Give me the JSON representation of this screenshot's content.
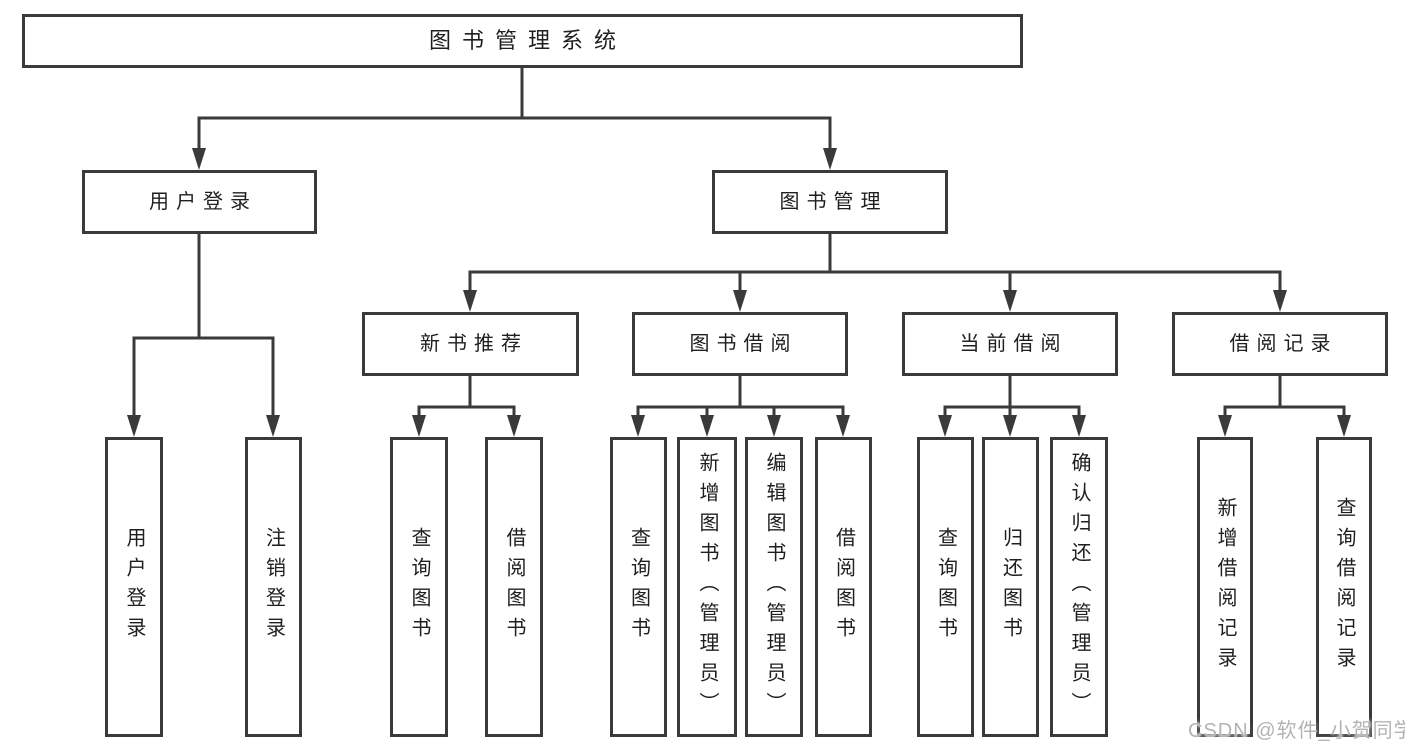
{
  "colors": {
    "line": "#3a3a3a",
    "text": "#1f1f1f",
    "watermark": "#b3b3b3",
    "background": "#ffffff"
  },
  "watermark": "CSDN @软件_小贺同学",
  "tree": {
    "root": {
      "label": "图书管理系统"
    },
    "branches": [
      {
        "label": "用户登录",
        "children": [
          {
            "label": "用户登录"
          },
          {
            "label": "注销登录"
          }
        ]
      },
      {
        "label": "图书管理",
        "sections": [
          {
            "label": "新书推荐",
            "children": [
              {
                "label": "查询图书"
              },
              {
                "label": "借阅图书"
              }
            ]
          },
          {
            "label": "图书借阅",
            "children": [
              {
                "label": "查询图书"
              },
              {
                "label": "新增图书（管理员）"
              },
              {
                "label": "编辑图书（管理员）"
              },
              {
                "label": "借阅图书"
              }
            ]
          },
          {
            "label": "当前借阅",
            "children": [
              {
                "label": "查询图书"
              },
              {
                "label": "归还图书"
              },
              {
                "label": "确认归还（管理员）"
              }
            ]
          },
          {
            "label": "借阅记录",
            "children": [
              {
                "label": "新增借阅记录"
              },
              {
                "label": "查询借阅记录"
              }
            ]
          }
        ]
      }
    ]
  }
}
